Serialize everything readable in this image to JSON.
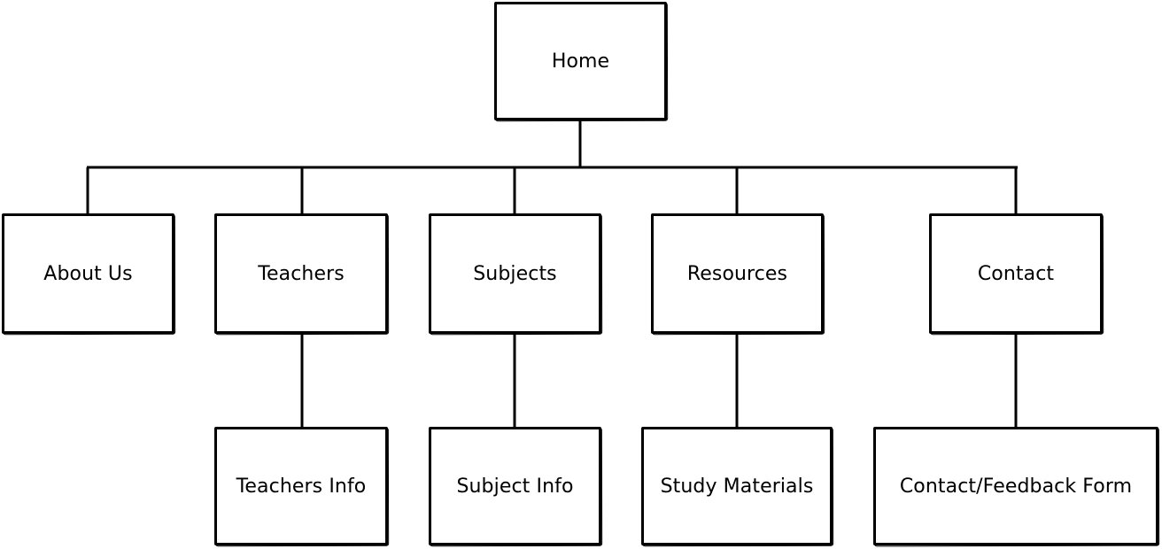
{
  "sitemap": {
    "root": {
      "label": "Home"
    },
    "level1": [
      {
        "label": "About Us"
      },
      {
        "label": "Teachers"
      },
      {
        "label": "Subjects"
      },
      {
        "label": "Resources"
      },
      {
        "label": "Contact"
      }
    ],
    "level2": [
      {
        "label": "Teachers Info",
        "parent": "Teachers"
      },
      {
        "label": "Subject Info",
        "parent": "Subjects"
      },
      {
        "label": "Study Materials",
        "parent": "Resources"
      },
      {
        "label": "Contact/Feedback Form",
        "parent": "Contact"
      }
    ]
  },
  "colors": {
    "stroke": "#000000",
    "background": "#ffffff",
    "text": "#000000"
  }
}
